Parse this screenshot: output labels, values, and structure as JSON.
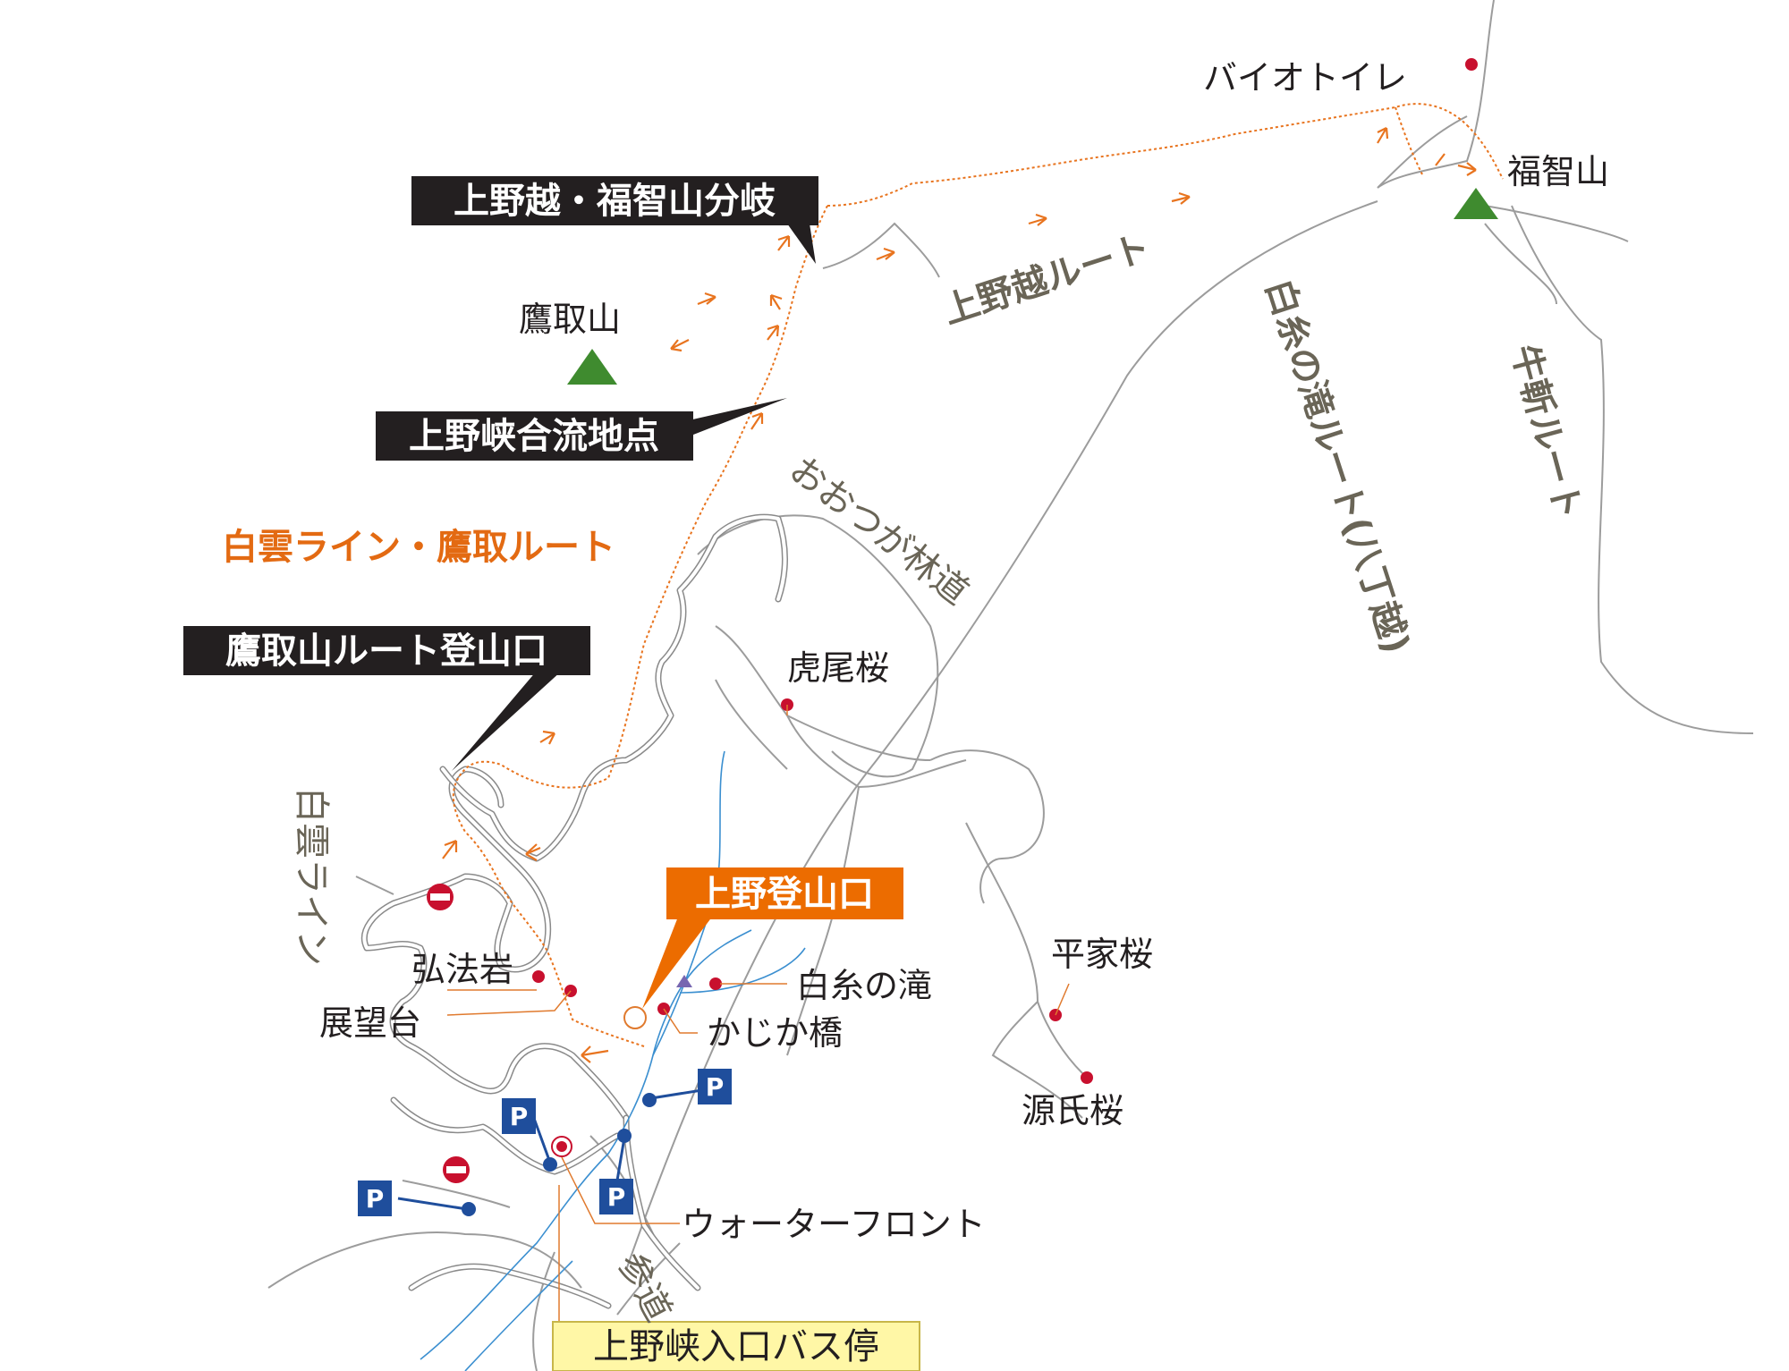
{
  "colors": {
    "trail": "#e8741f",
    "mountain": "#3f8b2f",
    "poi": "#c8102e",
    "parking": "#1f4e9c",
    "label_box": "#231f20",
    "trailhead_box": "#ec6c00",
    "bus_box": "#fff7a6",
    "route_text": "#6a6557"
  },
  "icons": {
    "mountain": "triangle",
    "poi": "red-dot",
    "parking": "parking-sign",
    "no_entry": "no-entry-sign",
    "waterfall": "small-purple-triangle"
  },
  "callouts": {
    "junction": "上野越・福智山分岐",
    "confluence": "上野峡合流地点",
    "takatori_trailhead": "鷹取山ルート登山口",
    "ueno_trailhead": "上野登山口",
    "bus_stop": "上野峡入口バス停"
  },
  "route_labels": {
    "shirakumo_takatori": "白雲ライン・鷹取ルート",
    "uenogoe": "上野越ルート",
    "shiraito": "白糸の滝ルート(八丁越)",
    "ushikiri": "牛斬ルート",
    "ootsuga": "おおつが林道",
    "shirakumo_line": "白雲ライン",
    "sando": "参道"
  },
  "places": {
    "bio_toilet": "バイオトイレ",
    "fukuchiyama": "福智山",
    "takatoriyama": "鷹取山",
    "torao_zakura": "虎尾桜",
    "heike_zakura": "平家桜",
    "genji_zakura": "源氏桜",
    "shiraito_falls": "白糸の滝",
    "kajika_bridge": "かじか橋",
    "kobo_iwa": "弘法岩",
    "tenbodai": "展望台",
    "waterfront": "ウォーターフロント"
  },
  "parking_label": "P"
}
